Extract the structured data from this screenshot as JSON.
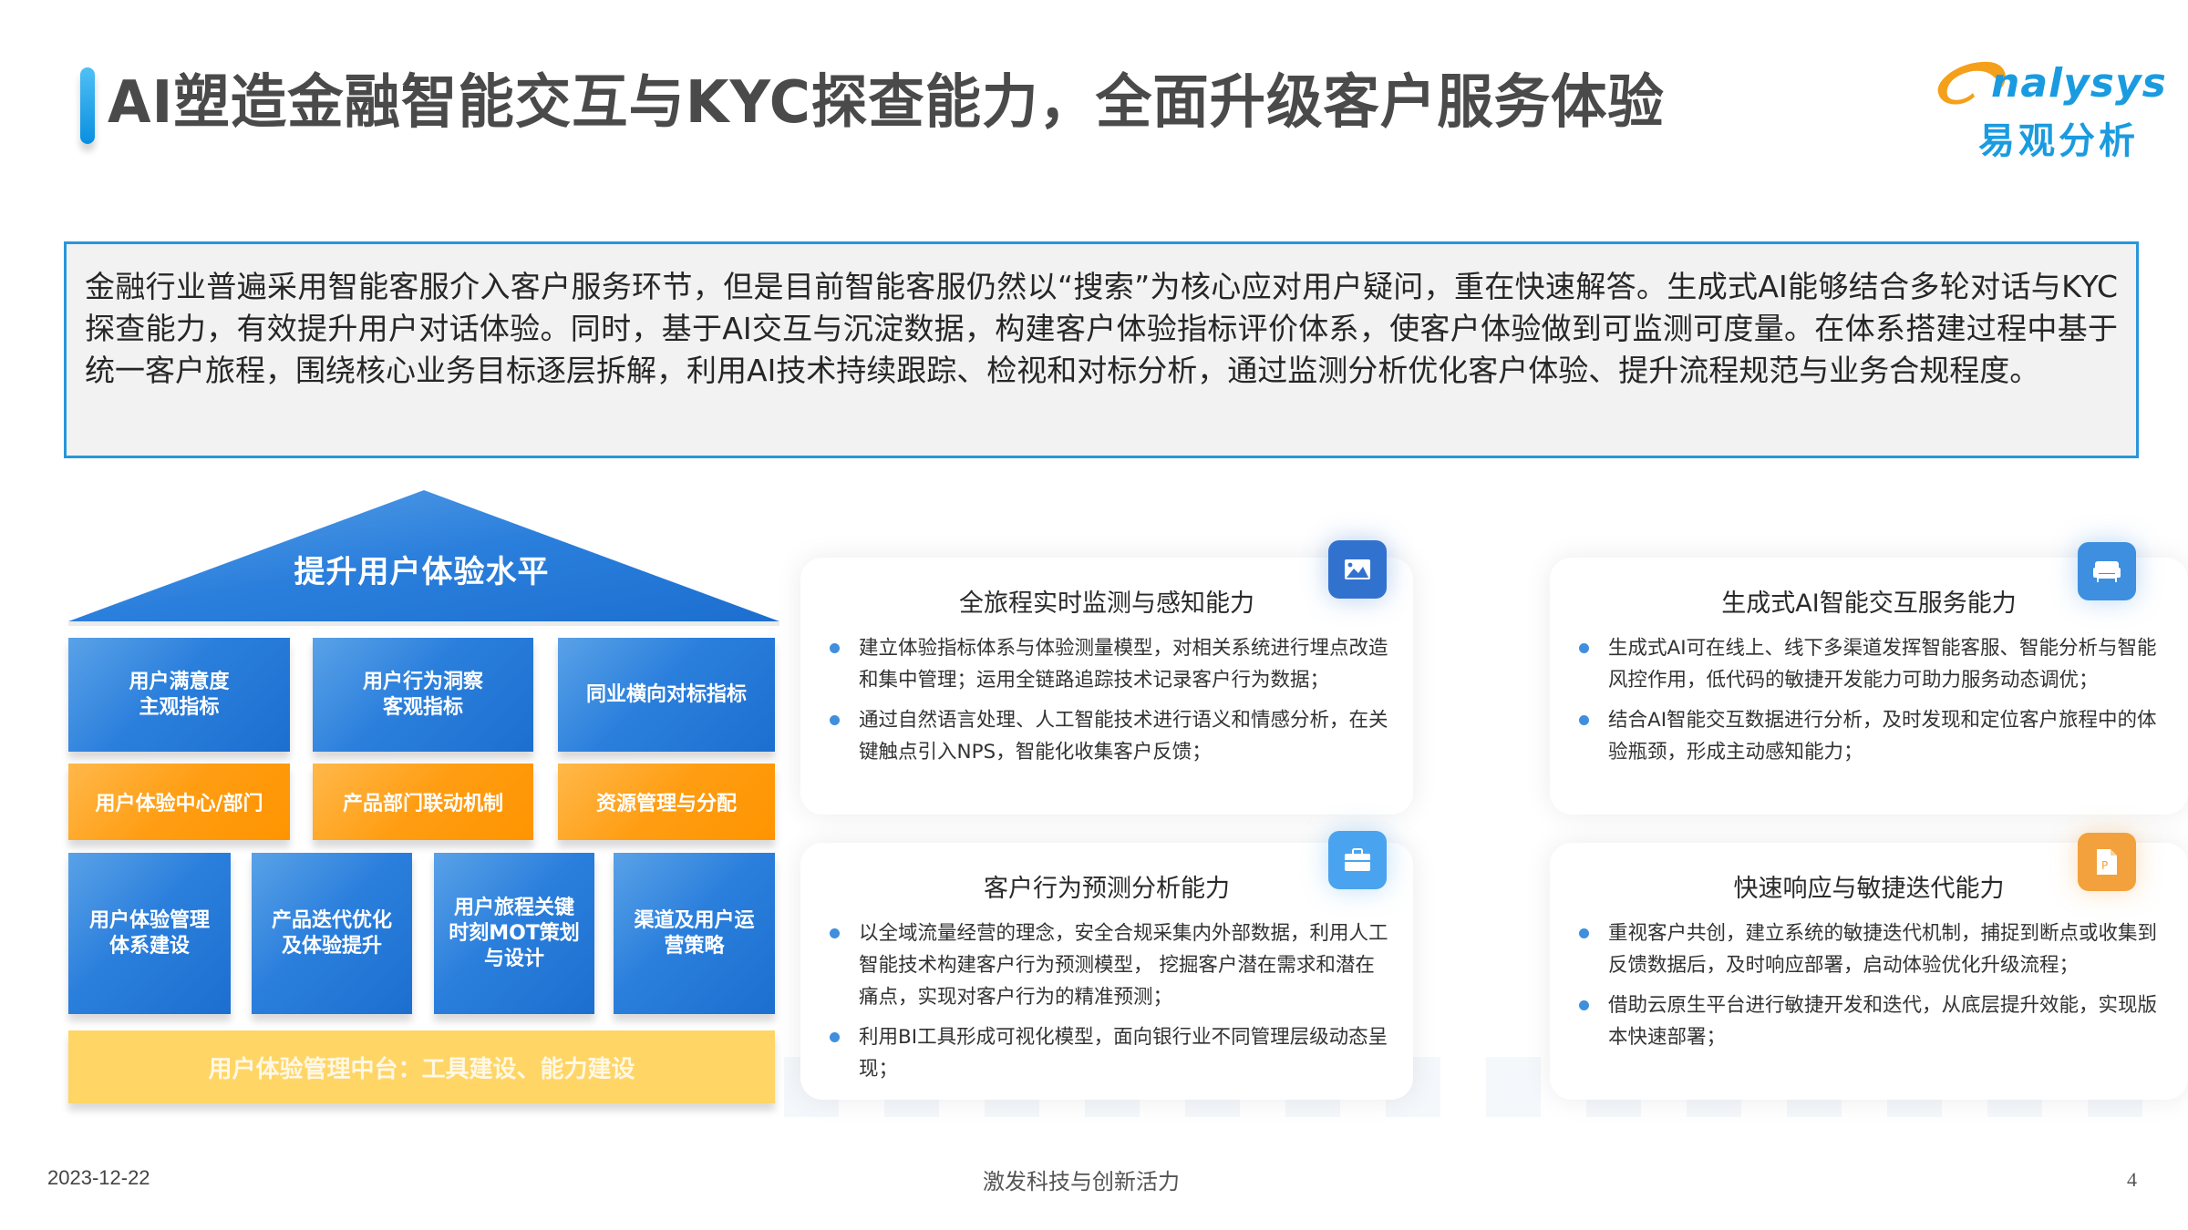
{
  "header": {
    "title": "AI塑造金融智能交互与KYC探查能力，全面升级客户服务体验",
    "logo": {
      "en": "nalysys",
      "cn": "易观分析",
      "accent_color": "#f5a01a",
      "brand_color": "#1a9be0"
    }
  },
  "intro": {
    "text": "金融行业普遍采用智能客服介入客户服务环节，但是目前智能客服仍然以“搜索”为核心应对用户疑问，重在快速解答。生成式AI能够结合多轮对话与KYC探查能力，有效提升用户对话体验。同时，基于AI交互与沉淀数据，构建客户体验指标评价体系，使客户体验做到可监测可度量。在体系搭建过程中基于统一客户旅程，围绕核心业务目标逐层拆解，利用AI技术持续跟踪、检视和对标分析，通过监测分析优化客户体验、提升流程规范与业务合规程度。"
  },
  "house": {
    "roof": "提升用户体验水平",
    "row1": [
      {
        "label": "用户满意度\n主观指标"
      },
      {
        "label": "用户行为洞察\n客观指标"
      },
      {
        "label": "同业横向对标指标"
      }
    ],
    "row2": [
      {
        "label": "用户体验中心/部门"
      },
      {
        "label": "产品部门联动机制"
      },
      {
        "label": "资源管理与分配"
      }
    ],
    "row3": [
      {
        "label": "用户体验管理\n体系建设"
      },
      {
        "label": "产品迭代优化\n及体验提升"
      },
      {
        "label": "用户旅程关键\n时刻MOT策划\n与设计"
      },
      {
        "label": "渠道及用户运\n营策略"
      }
    ],
    "foundation": "用户体验管理中台：工具建设、能力建设",
    "colors": {
      "blue": "#1f72d2",
      "orange": "#ff9a0a",
      "yellow": "#ffd566"
    }
  },
  "cards": [
    {
      "title": "全旅程实时监测与感知能力",
      "icon": "image-icon",
      "bullets": [
        "建立体验指标体系与体验测量模型，对相关系统进行埋点改造和集中管理；运用全链路追踪技术记录客户行为数据；",
        "通过自然语言处理、人工智能技术进行语义和情感分析，在关键触点引入NPS，智能化收集客户反馈；"
      ]
    },
    {
      "title": "生成式AI智能交互服务能力",
      "icon": "armchair-icon",
      "bullets": [
        "生成式AI可在线上、线下多渠道发挥智能客服、智能分析与智能风控作用，低代码的敏捷开发能力可助力服务动态调优；",
        "结合AI智能交互数据进行分析，及时发现和定位客户旅程中的体验瓶颈，形成主动感知能力；"
      ]
    },
    {
      "title": "客户行为预测分析能力",
      "icon": "briefcase-icon",
      "bullets": [
        "以全域流量经营的理念，安全合规采集内外部数据，利用人工智能技术构建客户行为预测模型， 挖掘客户潜在需求和潜在痛点，实现对客户行为的精准预测；",
        "利用BI工具形成可视化模型，面向银行业不同管理层级动态呈现；"
      ]
    },
    {
      "title": "快速响应与敏捷迭代能力",
      "icon": "ppt-file-icon",
      "icon_letter": "P",
      "bullets": [
        "重视客户共创，建立系统的敏捷迭代机制，捕捉到断点或收集到反馈数据后，及时响应部署，启动体验优化升级流程；",
        "借助云原生平台进行敏捷开发和迭代，从底层提升效能，实现版本快速部署；"
      ]
    }
  ],
  "footer": {
    "date": "2023-12-22",
    "slogan": "激发科技与创新活力",
    "page": "4"
  }
}
